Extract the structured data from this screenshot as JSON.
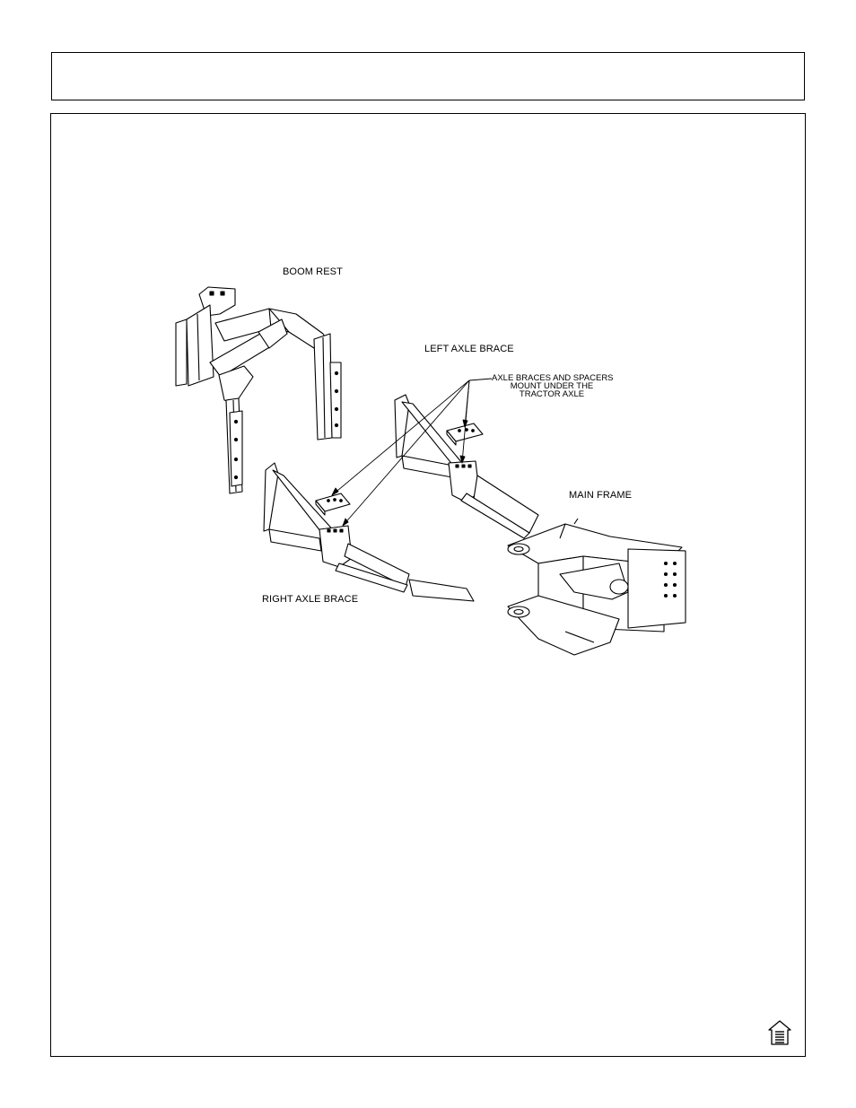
{
  "diagram": {
    "labels": {
      "boom_rest": "BOOM REST",
      "left_axle_brace": "LEFT AXLE BRACE",
      "main_frame": "MAIN FRAME",
      "right_axle_brace": "RIGHT AXLE BRACE"
    },
    "callout": {
      "line1": "AXLE BRACES AND SPACERS",
      "line2": "MOUNT UNDER THE",
      "line3": "TRACTOR AXLE"
    }
  },
  "navigation": {
    "home_icon": "home-icon"
  }
}
